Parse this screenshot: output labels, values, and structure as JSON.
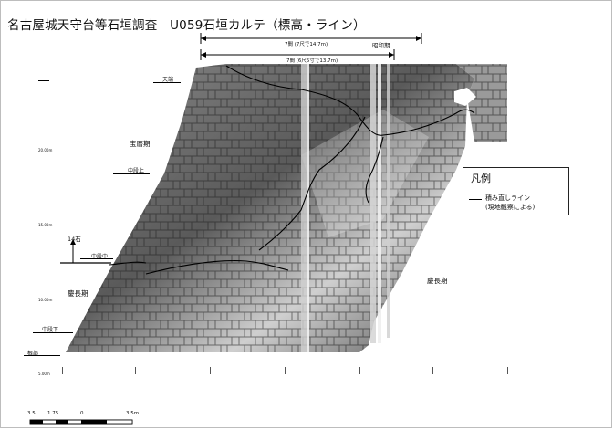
{
  "title": "名古屋城天守台等石垣調査　U059石垣カルテ（標高・ライン）",
  "top_dimensions": {
    "upper": "7間 (7尺で14.7m)",
    "lower": "7間 (6尺5寸で13.7m)",
    "showa_label": "昭和期"
  },
  "elevation_labels": {
    "tenba": "天端",
    "chudan_ue": "中段上",
    "chudan_naka": "中段中",
    "chudan_shita": "中段下",
    "negishi": "根部"
  },
  "left_ticks": [
    "20.00m",
    "15.00m",
    "10.00m",
    "5.00m"
  ],
  "periods": {
    "horeki": "宝暦期",
    "keicho_left": "慶長期",
    "keicho_right": "慶長期"
  },
  "stone_count": "14石",
  "legend": {
    "title": "凡例",
    "line_label": "積み直しライン",
    "line_note": "(現地観察による)"
  },
  "scale_bar": {
    "labels": [
      "3.5",
      "1.75",
      "0",
      "3.5m"
    ]
  },
  "colors": {
    "wall_dark": "#3a3a3a",
    "wall_light": "#bdbdbd",
    "line": "#000000",
    "frame": "#bdbdbd"
  }
}
